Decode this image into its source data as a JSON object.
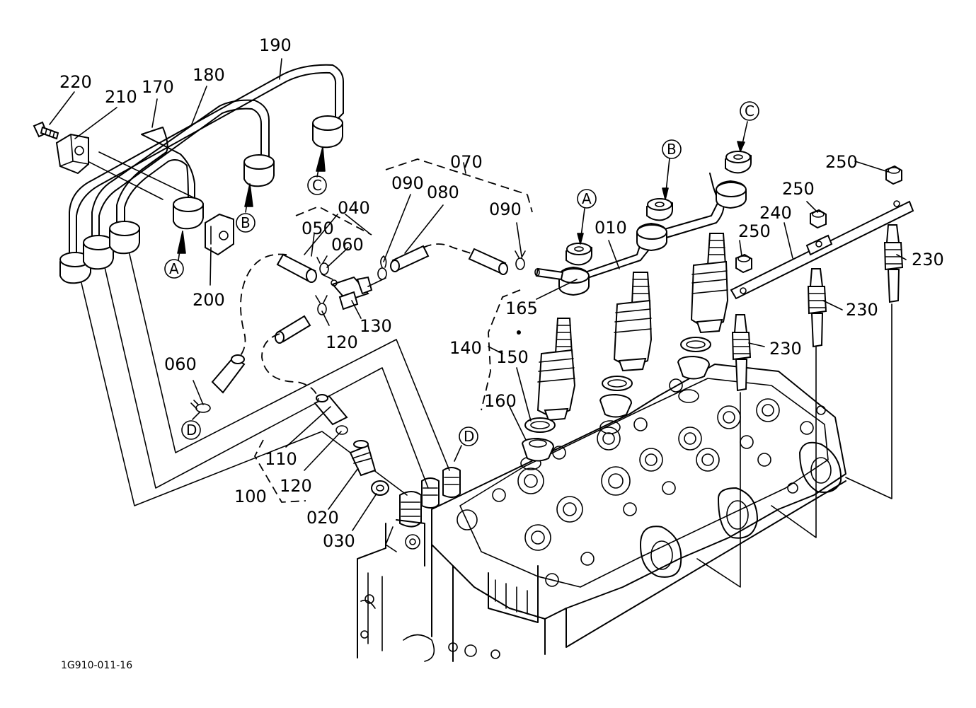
{
  "diagram": {
    "reference_code": "1G910-011-16",
    "callouts": {
      "c190": "190",
      "c220": "220",
      "c210": "210",
      "c170": "170",
      "c180": "180",
      "c200": "200",
      "c040": "040",
      "c050": "050",
      "c060a": "060",
      "c060b": "060",
      "c070": "070",
      "c090a": "090",
      "c090b": "090",
      "c080": "080",
      "c130": "130",
      "c120a": "120",
      "c120b": "120",
      "c110": "110",
      "c100": "100",
      "c020": "020",
      "c030": "030",
      "c010": "010",
      "c165": "165",
      "c140": "140",
      "c150": "150",
      "c160": "160",
      "c250a": "250",
      "c250b": "250",
      "c250c": "250",
      "c240": "240",
      "c230a": "230",
      "c230b": "230",
      "c230c": "230"
    },
    "connectors": {
      "A1": "A",
      "B1": "B",
      "C1": "C",
      "D1": "D",
      "A2": "A",
      "B2": "B",
      "C2": "C",
      "D2": "D"
    }
  }
}
